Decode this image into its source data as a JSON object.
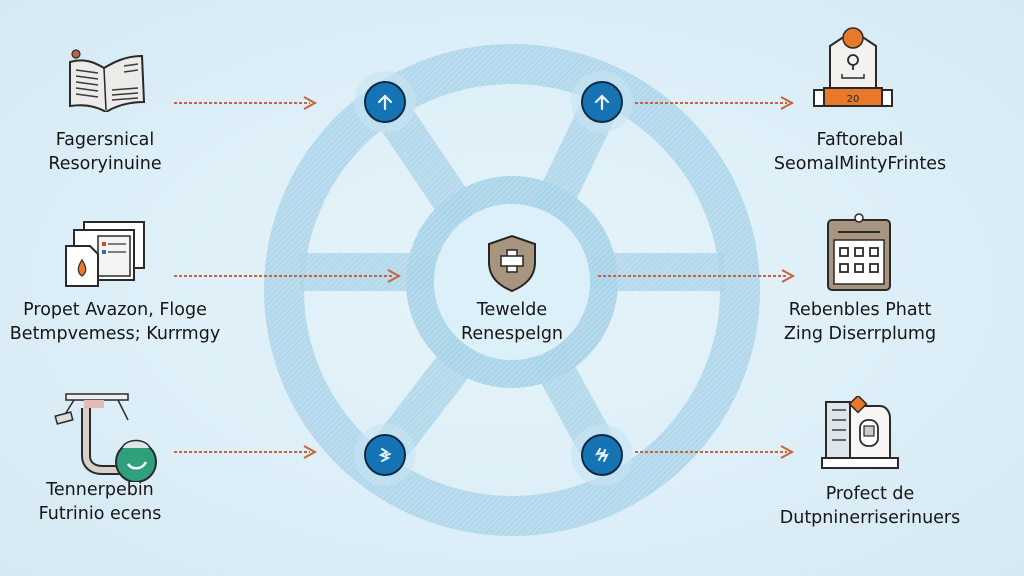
{
  "diagram": {
    "hub": {
      "icon": "shield-plus-icon",
      "line1": "Tewelde",
      "line2": "Renespelgn"
    },
    "nodes": [
      {
        "position": "top-left",
        "icon": "arrow-up-icon"
      },
      {
        "position": "top-right",
        "icon": "arrow-up-icon"
      },
      {
        "position": "bottom-left",
        "icon": "squiggle-icon"
      },
      {
        "position": "bottom-right",
        "icon": "squiggle-icon"
      }
    ],
    "left_items": [
      {
        "icon": "open-book-icon",
        "line1": "Fagersnical",
        "line2": "Resoryinuine"
      },
      {
        "icon": "documents-flame-icon",
        "line1": "Propet Avazon, Floge",
        "line2": "Betmpvemess; Kurrmgy"
      },
      {
        "icon": "lab-flask-icon",
        "line1": "Tennerpebin",
        "line2": "Futrinio ecens"
      }
    ],
    "right_items": [
      {
        "icon": "badge-printer-icon",
        "line1": "Faftorebal",
        "line2": "SeomalMintyFrintes",
        "badge_text": "20"
      },
      {
        "icon": "clipboard-grid-icon",
        "line1": "Rebenbles Phatt",
        "line2": "Zing Diserrplumg"
      },
      {
        "icon": "server-document-icon",
        "line1": "Profect de",
        "line2": "Dutpninerriserinuers"
      }
    ],
    "colors": {
      "ring": "#a9d3e8",
      "node_fill": "#1673b4",
      "arrow": "#c8643a",
      "shield": "#a89580",
      "accent_orange": "#e8782a",
      "flask_green": "#2fa07c"
    }
  }
}
